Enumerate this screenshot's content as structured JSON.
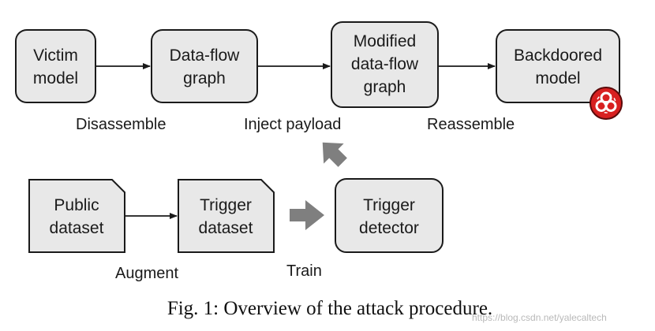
{
  "boxes": {
    "victim_model": [
      "Victim",
      "model"
    ],
    "data_flow_graph": [
      "Data-flow",
      "graph"
    ],
    "modified_graph": [
      "Modified",
      "data-flow",
      "graph"
    ],
    "backdoored_model": [
      "Backdoored",
      "model"
    ],
    "public_dataset": [
      "Public",
      "dataset"
    ],
    "trigger_dataset": [
      "Trigger",
      "dataset"
    ],
    "trigger_detector": [
      "Trigger",
      "detector"
    ]
  },
  "steps": {
    "disassemble": "Disassemble",
    "inject_payload": "Inject payload",
    "reassemble": "Reassemble",
    "augment": "Augment",
    "train": "Train"
  },
  "caption": "Fig. 1: Overview of the attack procedure.",
  "watermark": "https://blog.csdn.net/yalecaltech",
  "colors": {
    "box_fill": "#e8e8e8",
    "box_stroke": "#1a1a1a",
    "block_arrow": "#7f7f7f",
    "biohazard_red": "#d82020"
  },
  "icons": {
    "backdoor_badge": "biohazard-icon"
  }
}
